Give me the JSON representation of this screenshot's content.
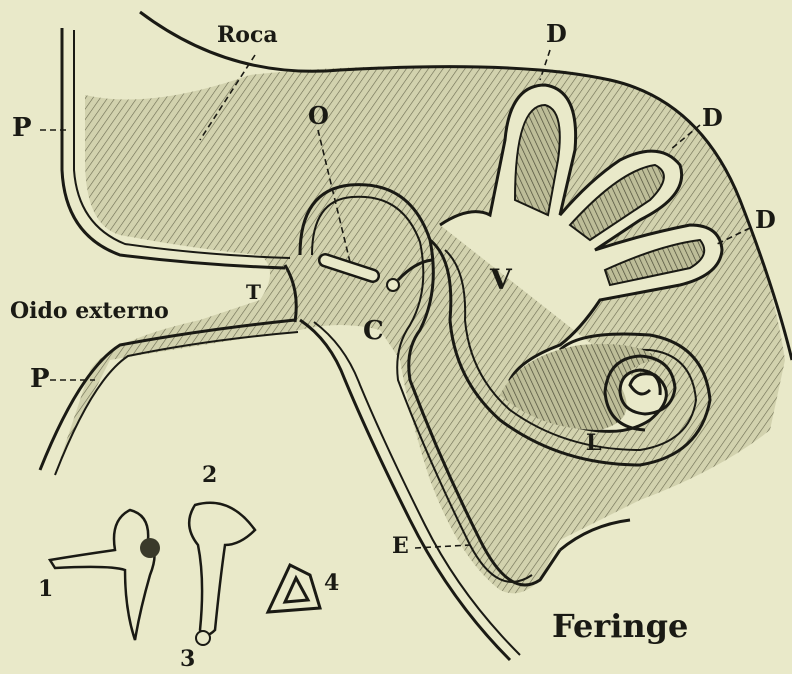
{
  "labels": {
    "roca": "Roca",
    "o": "O",
    "d1": "D",
    "d2": "D",
    "d3": "D",
    "p_top": "P",
    "p_bottom": "P",
    "t": "T",
    "oido_externo": "Oido externo",
    "v": "V",
    "c": "C",
    "l": "L",
    "e": "E",
    "feringe": "Feringe",
    "n1": "1",
    "n2": "2",
    "n3": "3",
    "n4": "4"
  },
  "colors": {
    "paper": "#e9e9c9",
    "ink": "#1a1a14",
    "tissue": "#c9c9a4"
  }
}
